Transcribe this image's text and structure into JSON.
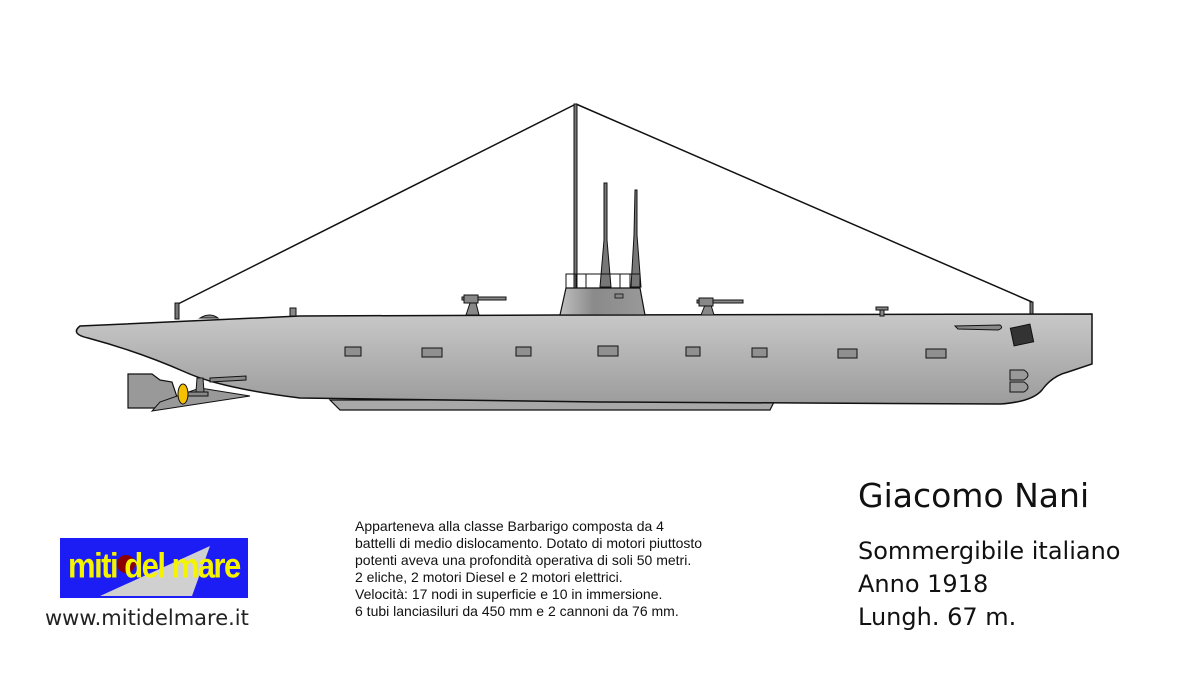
{
  "title": "Giacomo Nani",
  "info": [
    "Sommergibile italiano",
    "Anno 1918",
    "Lungh. 67 m."
  ],
  "description": [
    "Apparteneva alla classe Barbarigo composta da 4",
    "battelli di medio dislocamento. Dotato di motori piuttosto",
    "potenti aveva una profondità operativa di soli 50 metri.",
    "2 eliche, 2 motori Diesel e 2 motori elettrici.",
    "Velocità: 17 nodi in superficie e 10 in immersione.",
    "6 tubi lanciasiluri da 450 mm e 2 cannoni da 76 mm."
  ],
  "logo": {
    "text": "miti del mare",
    "bg": "#1c1cf5",
    "fg": "#f4f400"
  },
  "url": "www.mitidelmare.it",
  "colors": {
    "hull": "#b4b4b4",
    "propeller": "#f5c000"
  }
}
